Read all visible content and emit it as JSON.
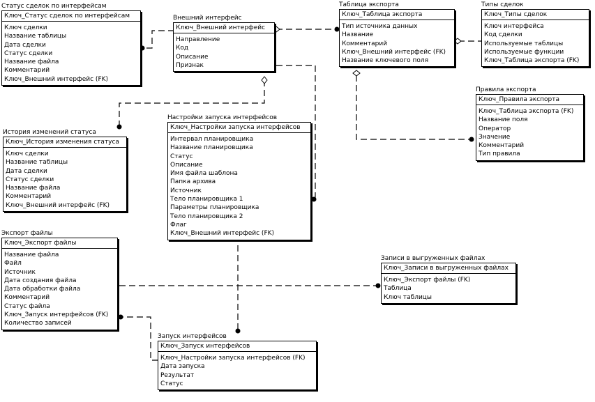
{
  "entities": [
    {
      "id": "status_sdelok",
      "title": "Статус сделок по интерфейсам",
      "key": "Ключ_Статус сделок по интерфейсам",
      "attrs": [
        "Ключ сделки",
        "Название таблицы",
        "Дата сделки",
        "Статус сделки",
        "Название файла",
        "Комментарий",
        "Ключ_Внешний интерфейс (FK)"
      ]
    },
    {
      "id": "vneshniy_interfeys",
      "title": "Внешний интерфейс",
      "key": "Ключ_Внешний интерфейс",
      "attrs": [
        "Направление",
        "Код",
        "Описание",
        "Признак"
      ]
    },
    {
      "id": "tablitsa_eksporta",
      "title": "Таблица экспорта",
      "key": "Ключ_Таблица экспорта",
      "attrs": [
        "Тип источника данных",
        "Название",
        "Комментарий",
        "Ключ_Внешний интерфейс (FK)",
        "Название ключевого поля"
      ]
    },
    {
      "id": "tipy_sdelok",
      "title": "Типы сделок",
      "key": "Ключ_Типы сделок",
      "attrs": [
        "Ключ интерфейса",
        "Код сделки",
        "Используемые таблицы",
        "Используемые функции",
        "Ключ_Таблица экспорта (FK)"
      ]
    },
    {
      "id": "pravila_eksporta",
      "title": "Правила экспорта",
      "key": "Ключ_Правила экспорта",
      "attrs": [
        "Ключ_Таблица экспорта (FK)",
        "Название поля",
        "Оператор",
        "Значение",
        "Комментарий",
        "Тип правила"
      ]
    },
    {
      "id": "istoriya_statusa",
      "title": "История изменений статуса",
      "key": "Ключ_История изменения статуса",
      "attrs": [
        "Ключ сделки",
        "Название таблицы",
        "Дата сделки",
        "Статус сделки",
        "Название файла",
        "Комментарий",
        "Ключ_Внешний интерфейс (FK)"
      ]
    },
    {
      "id": "nastroyki_zapuska",
      "title": "Настройки запуска интерфейсов",
      "key": "Ключ_Настройки запуска интерфейсов",
      "attrs": [
        "Интервал планировщика",
        "Название планировщика",
        "Статус",
        "Описание",
        "Имя файла шаблона",
        "Папка архива",
        "Источник",
        "Тело планировщика 1",
        "Параметры планировщика",
        "Тело планировщика 2",
        "Флаг",
        "Ключ_Внешний интерфейс (FK)"
      ]
    },
    {
      "id": "eksport_fayly",
      "title": "Экспорт файлы",
      "key": "Ключ_Экспорт файлы",
      "attrs": [
        "Название файла",
        "Файл",
        "Источник",
        "Дата создания файла",
        "Дата обработки файла",
        "Комментарий",
        "Статус файла",
        "Ключ_Запуск интерфейсов (FK)",
        "Количество записей"
      ]
    },
    {
      "id": "zapisi_v_faylakh",
      "title": "Записи в выгруженных файлах",
      "key": "Ключ_Записи в выгруженных файлах",
      "attrs": [
        "Ключ_Экспорт файлы (FK)",
        "Таблица",
        "Ключ таблицы"
      ]
    },
    {
      "id": "zapusk_interfeysov",
      "title": "Запуск интерфейсов",
      "key": "Ключ_Запуск интерфейсов",
      "attrs": [
        "Ключ_Настройки запуска интерфейсов (FK)",
        "Дата запуска",
        "Результат",
        "Статус"
      ]
    }
  ]
}
